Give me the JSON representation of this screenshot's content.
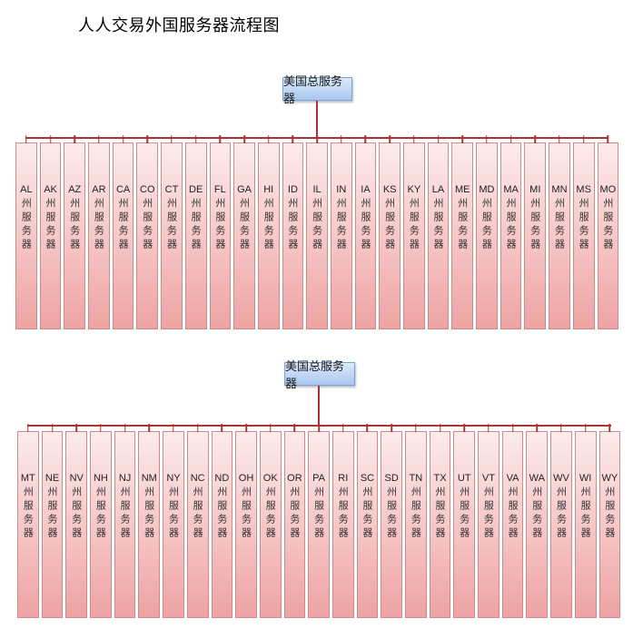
{
  "title": "人人交易外国服务器流程图",
  "groups": [
    {
      "root_label": "美国总服务器",
      "nodes": [
        {
          "code": "AL",
          "label": "州服务器"
        },
        {
          "code": "AK",
          "label": "州服务器"
        },
        {
          "code": "AZ",
          "label": "州服务器"
        },
        {
          "code": "AR",
          "label": "州服务器"
        },
        {
          "code": "CA",
          "label": "州服务器"
        },
        {
          "code": "CO",
          "label": "州服务器"
        },
        {
          "code": "CT",
          "label": "州服务器"
        },
        {
          "code": "DE",
          "label": "州服务器"
        },
        {
          "code": "FL",
          "label": "州服务器"
        },
        {
          "code": "GA",
          "label": "州服务器"
        },
        {
          "code": "HI",
          "label": "州服务器"
        },
        {
          "code": "ID",
          "label": "州服务器"
        },
        {
          "code": "IL",
          "label": "州服务器"
        },
        {
          "code": "IN",
          "label": "州服务器"
        },
        {
          "code": "IA",
          "label": "州服务器"
        },
        {
          "code": "KS",
          "label": "州服务器"
        },
        {
          "code": "KY",
          "label": "州服务器"
        },
        {
          "code": "LA",
          "label": "州服务器"
        },
        {
          "code": "ME",
          "label": "州服务器"
        },
        {
          "code": "MD",
          "label": "州服务器"
        },
        {
          "code": "MA",
          "label": "州服务器"
        },
        {
          "code": "MI",
          "label": "州服务器"
        },
        {
          "code": "MN",
          "label": "州服务器"
        },
        {
          "code": "MS",
          "label": "州服务器"
        },
        {
          "code": "MO",
          "label": "州服务器"
        }
      ]
    },
    {
      "root_label": "美国总服务器",
      "nodes": [
        {
          "code": "MT",
          "label": "州服务器"
        },
        {
          "code": "NE",
          "label": "州服务器"
        },
        {
          "code": "NV",
          "label": "州服务器"
        },
        {
          "code": "NH",
          "label": "州服务器"
        },
        {
          "code": "NJ",
          "label": "州服务器"
        },
        {
          "code": "NM",
          "label": "州服务器"
        },
        {
          "code": "NY",
          "label": "州服务器"
        },
        {
          "code": "NC",
          "label": "州服务器"
        },
        {
          "code": "ND",
          "label": "州服务器"
        },
        {
          "code": "OH",
          "label": "州服务器"
        },
        {
          "code": "OK",
          "label": "州服务器"
        },
        {
          "code": "OR",
          "label": "州服务器"
        },
        {
          "code": "PA",
          "label": "州服务器"
        },
        {
          "code": "RI",
          "label": "州服务器"
        },
        {
          "code": "SC",
          "label": "州服务器"
        },
        {
          "code": "SD",
          "label": "州服务器"
        },
        {
          "code": "TN",
          "label": "州服务器"
        },
        {
          "code": "TX",
          "label": "州服务器"
        },
        {
          "code": "UT",
          "label": "州服务器"
        },
        {
          "code": "VT",
          "label": "州服务器"
        },
        {
          "code": "VA",
          "label": "州服务器"
        },
        {
          "code": "WA",
          "label": "州服务器"
        },
        {
          "code": "WV",
          "label": "州服务器"
        },
        {
          "code": "WI",
          "label": "州服务器"
        },
        {
          "code": "WY",
          "label": "州服务器"
        }
      ]
    }
  ],
  "colors": {
    "node_fill_top": "#fcebeb",
    "node_fill_bottom": "#eea3a3",
    "connector": "#aa3333",
    "root_fill": "#a9c7ee"
  }
}
